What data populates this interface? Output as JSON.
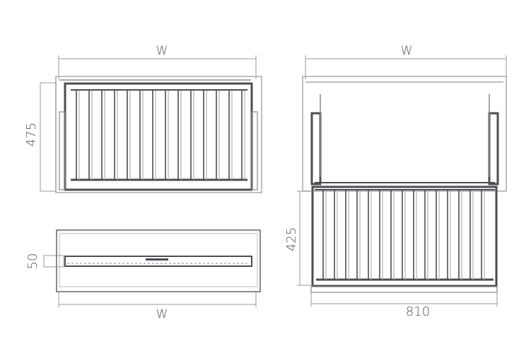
{
  "views": {
    "top_view": {
      "width_label": "W",
      "depth_label": "475"
    },
    "front_view": {
      "width_label": "W",
      "height_label": "50"
    },
    "extended_view": {
      "width_label": "W",
      "extension_label": "425",
      "length_label": "810"
    }
  },
  "colors": {
    "line": "#a9a9a9",
    "dark": "#4a4d52",
    "text": "#555555"
  }
}
